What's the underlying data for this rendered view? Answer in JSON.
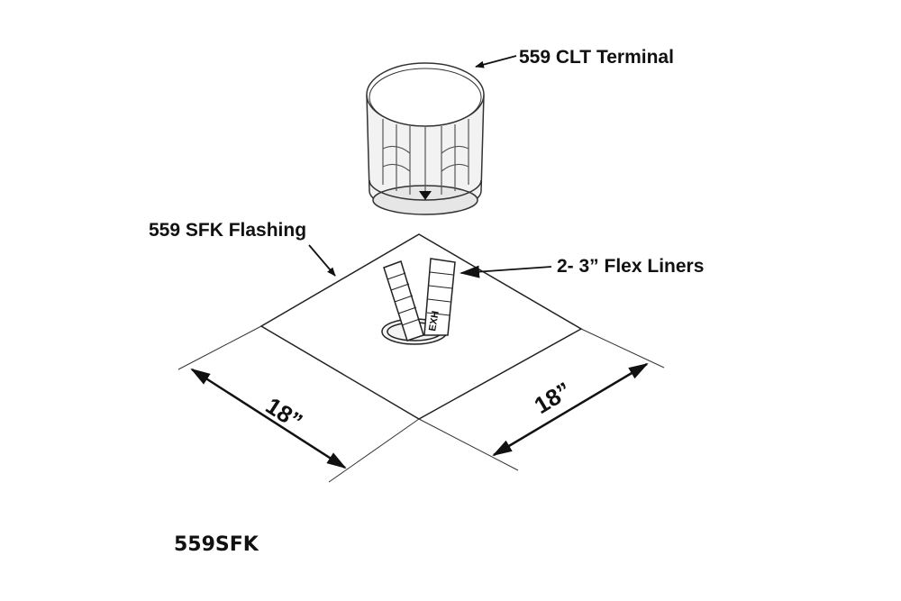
{
  "labels": {
    "terminal": "559 CLT Terminal",
    "flashing": "559 SFK Flashing",
    "liners": "2- 3” Flex Liners",
    "liner_marking": "EXH"
  },
  "dimensions": {
    "left": "18”",
    "right": "18”"
  },
  "model": "559SFK"
}
